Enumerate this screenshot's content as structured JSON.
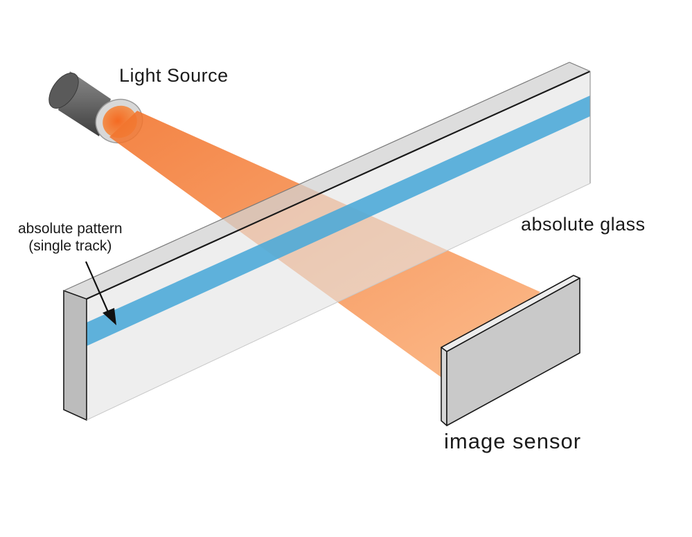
{
  "labels": {
    "light_source": "Light Source",
    "absolute_glass": "absolute glass",
    "image_sensor": "image sensor",
    "absolute_pattern_line1": "absolute pattern",
    "absolute_pattern_line2": "(single track)"
  },
  "colors": {
    "light_beam": "#f7913f",
    "pattern_track": "#4aa8d8",
    "glass_face": "#e6e6e6",
    "glass_top": "#d4d4d4",
    "glass_end": "#bdbdbd",
    "sensor_face": "#c8c8c8",
    "sensor_edge": "#ececec",
    "light_body": "#6e6e6e",
    "outline": "#1a1a1a"
  }
}
